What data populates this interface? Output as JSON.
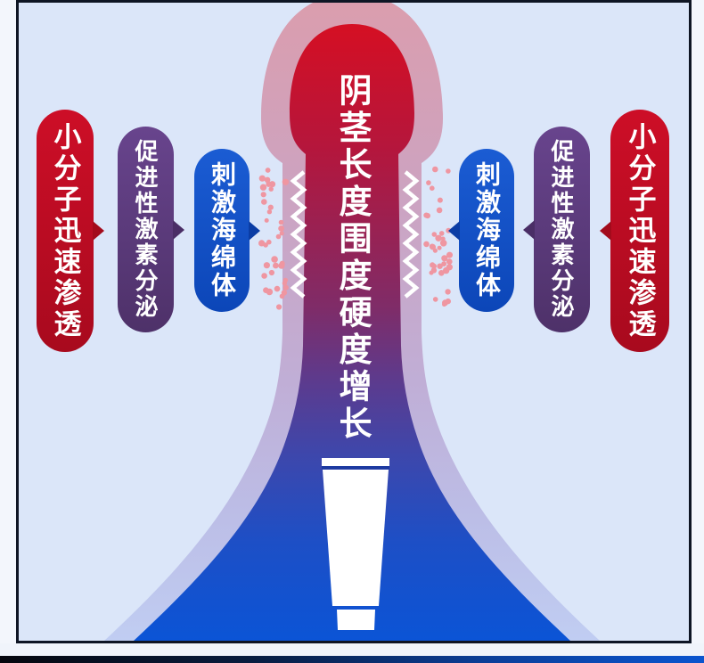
{
  "center_column": {
    "label": "阴茎长度围度硬度增长"
  },
  "pills": {
    "left": [
      {
        "label": "小分子迅速渗透",
        "color": "#c40d24"
      },
      {
        "label": "促进性激素分泌",
        "color": "#5d3a7d"
      },
      {
        "label": "刺激海绵体",
        "color": "#1355cb"
      }
    ],
    "right": [
      {
        "label": "刺激海绵体",
        "color": "#1355cb"
      },
      {
        "label": "促进性激素分泌",
        "color": "#5d3a7d"
      },
      {
        "label": "小分子迅速渗透",
        "color": "#c40d24"
      }
    ]
  },
  "colors": {
    "page_background": "#f3f6fc",
    "panel_background": "#dbe6f9",
    "frame_border": "#0e1524",
    "pill_red": "#c40d24",
    "pill_purple": "#5d3a7d",
    "pill_blue": "#1355cb",
    "dots_pink": "#ef96a1",
    "column_top": "#d50f23",
    "column_bottom": "#0b54d6",
    "silhouette_top": "#db9dad",
    "silhouette_bottom": "#c0cdf2",
    "tube": "#ffffff",
    "bottom_bar_left": "#05070e",
    "bottom_bar_right": "#0b55cf"
  }
}
